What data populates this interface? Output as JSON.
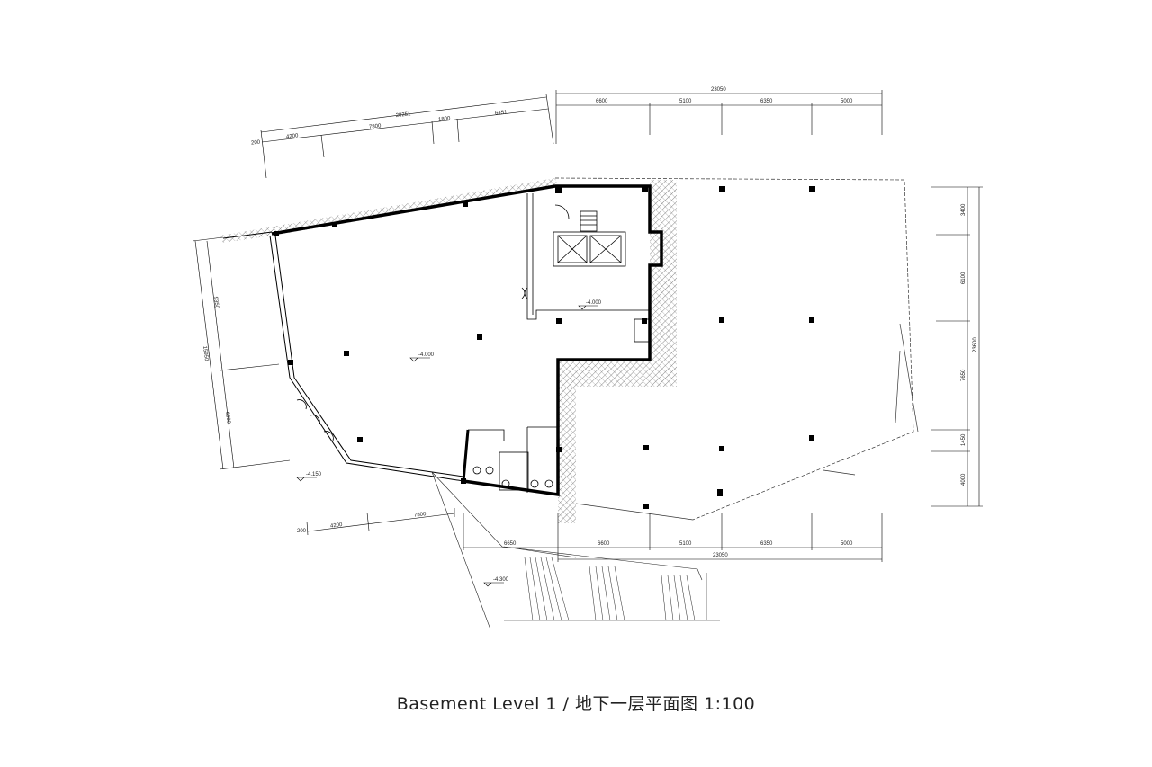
{
  "title": "Basement Level 1 / 地下一层平面图 1:100",
  "dimensions": {
    "top_left": {
      "total": "20251",
      "segments": [
        "200",
        "4200",
        "7800",
        "1800",
        "6451"
      ]
    },
    "top_right": {
      "total": "23050",
      "segments": [
        "6600",
        "5100",
        "6350",
        "5000"
      ]
    },
    "right": {
      "total": "23600",
      "segments": [
        "3400",
        "6100",
        "7650",
        "1450",
        "4000"
      ]
    },
    "left": {
      "total": "15950",
      "segments": [
        "9350",
        "6600"
      ]
    },
    "bottom_left": {
      "segments": [
        "200",
        "4200",
        "7800"
      ]
    },
    "bottom": {
      "total": "23050",
      "segments": [
        "6650",
        "6600",
        "5100",
        "6350",
        "5000"
      ]
    }
  },
  "elevations": [
    "-4.000",
    "-4.000",
    "-4.150",
    "-4.300"
  ],
  "colors": {
    "lines": "#000000",
    "background": "#ffffff"
  }
}
